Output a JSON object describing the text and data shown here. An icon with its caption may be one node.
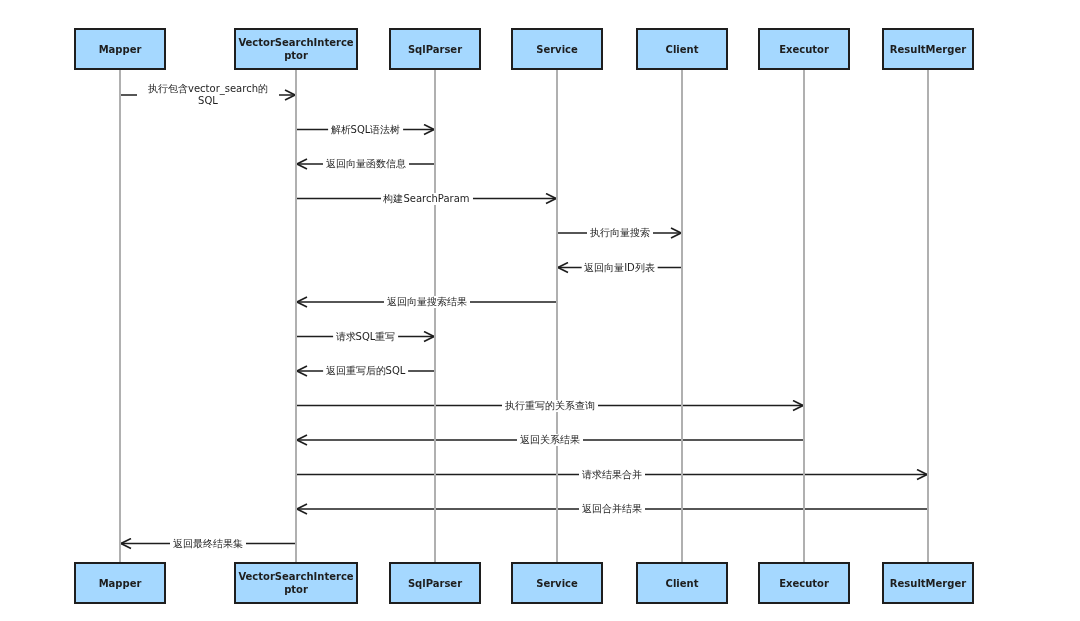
{
  "diagram": {
    "nodes": [
      {
        "text": [
          "Mapper"
        ]
      },
      {
        "text": [
          "VectorSearchInterceptor"
        ]
      },
      {
        "text": [
          "SqlParser"
        ]
      },
      {
        "text": [
          "Service"
        ]
      },
      {
        "text": [
          "Client"
        ]
      },
      {
        "text": [
          "Executor"
        ]
      },
      {
        "text": [
          "ResultMerger"
        ]
      },
      {
        "text": [],
        "shape": "bar"
      },
      {
        "text": [],
        "shape": "bar"
      },
      {
        "text": [],
        "shape": "bar"
      },
      {
        "text": [],
        "shape": "bar"
      },
      {
        "text": [],
        "shape": "bar"
      },
      {
        "text": [],
        "shape": "bar"
      },
      {
        "text": [],
        "shape": "bar"
      },
      {
        "text": [
          "Mapper"
        ]
      },
      {
        "text": [
          "VectorSearchInterceptor"
        ]
      },
      {
        "text": [
          "SqlParser"
        ]
      },
      {
        "text": [
          "Service"
        ]
      },
      {
        "text": [
          "Client"
        ]
      },
      {
        "text": [
          "Executor"
        ]
      },
      {
        "text": [
          "ResultMerger"
        ]
      }
    ],
    "edges": [
      {
        "from": 7,
        "to": 8,
        "arrow": "to",
        "label": "执行包含vector_search的SQL"
      },
      {
        "from": 8,
        "to": 9,
        "arrow": "to",
        "label": "解析SQL语法树"
      },
      {
        "from": 9,
        "to": 8,
        "arrow": "to",
        "label": "返回向量函数信息"
      },
      {
        "from": 8,
        "to": 10,
        "arrow": "to",
        "label": "构建SearchParam"
      },
      {
        "from": 10,
        "to": 11,
        "arrow": "to",
        "label": "执行向量搜索"
      },
      {
        "from": 11,
        "to": 10,
        "arrow": "to",
        "label": "返回向量ID列表"
      },
      {
        "from": 10,
        "to": 8,
        "arrow": "to",
        "label": "返回向量搜索结果"
      },
      {
        "from": 8,
        "to": 9,
        "arrow": "to",
        "label": "请求SQL重写"
      },
      {
        "from": 9,
        "to": 8,
        "arrow": "to",
        "label": "返回重写后的SQL"
      },
      {
        "from": 8,
        "to": 12,
        "arrow": "to",
        "label": "执行重写的关系查询"
      },
      {
        "from": 12,
        "to": 8,
        "arrow": "to",
        "label": "返回关系结果"
      },
      {
        "from": 8,
        "to": 13,
        "arrow": "to",
        "label": "请求结果合并"
      },
      {
        "from": 13,
        "to": 8,
        "arrow": "to",
        "label": "返回合并结果"
      },
      {
        "from": 8,
        "to": 7,
        "arrow": "to",
        "label": "返回最终结果集"
      }
    ]
  }
}
